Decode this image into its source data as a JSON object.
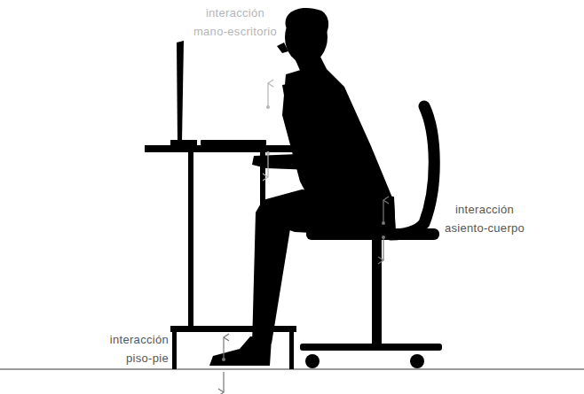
{
  "diagram": {
    "labels": [
      "interacción mano-escritorio",
      "interacción asiento-cuerpo",
      "interacción piso-pie"
    ]
  }
}
